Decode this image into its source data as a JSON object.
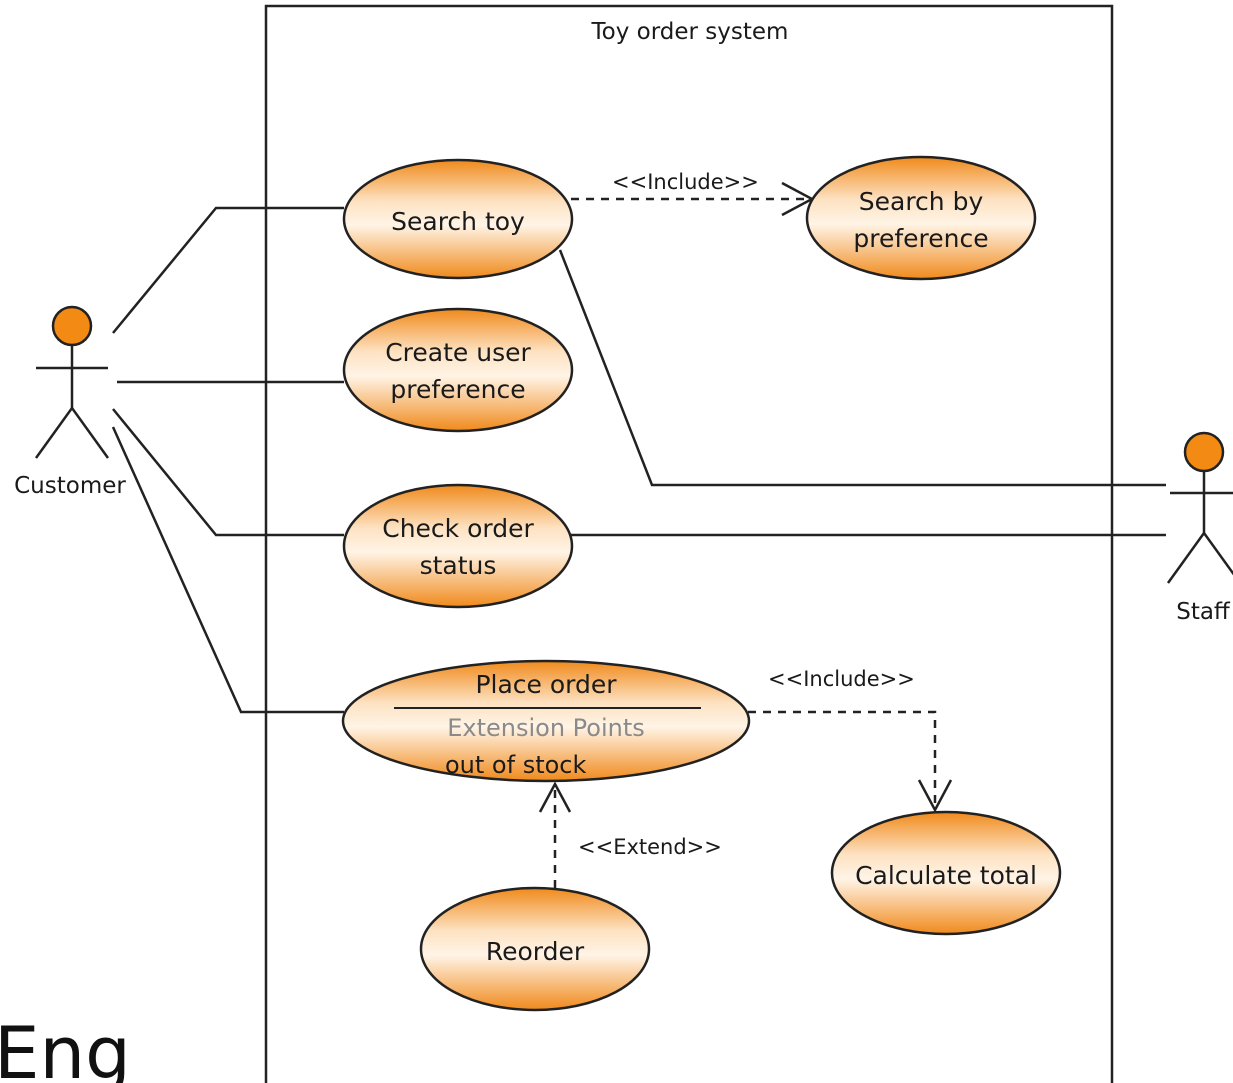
{
  "system": {
    "title": "Toy order system"
  },
  "actors": {
    "customer": "Customer",
    "staff": "Staff"
  },
  "use_cases": {
    "search_toy": "Search toy",
    "search_by_preference": [
      "Search by",
      "preference"
    ],
    "create_user_preference": [
      "Create user",
      "preference"
    ],
    "check_order_status": [
      "Check order",
      "status"
    ],
    "place_order": "Place order",
    "extension_points_title": "Extension Points",
    "extension_point": "out of stock",
    "calculate_total": "Calculate total",
    "reorder": "Reorder"
  },
  "relationships": {
    "include_1": "<<Include>>",
    "include_2": "<<Include>>",
    "extend": "<<Extend>>"
  },
  "watermark": "Eng",
  "colors": {
    "usecase_fill_light": "#fff4e6",
    "usecase_fill_mid": "#f9b86a",
    "usecase_fill_dark": "#f08a1c",
    "actor_head": "#f28a14",
    "line": "#222222"
  }
}
